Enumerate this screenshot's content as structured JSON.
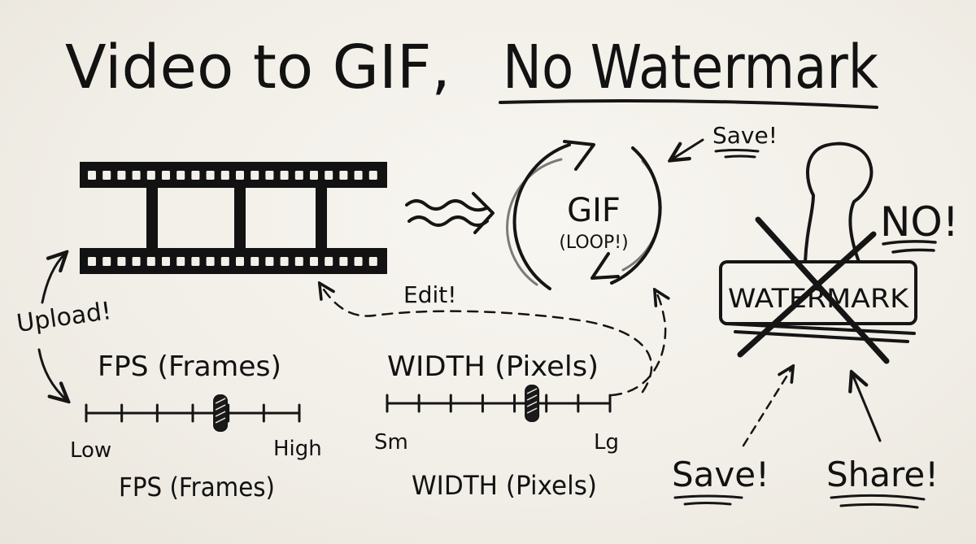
{
  "title": {
    "part1": "Video to GIF,",
    "part2": "No Watermark"
  },
  "labels": {
    "save_top": "Save!",
    "gif": "GIF",
    "loop": "(LOOP!)",
    "no": "NO!",
    "watermark": "WATERMARK",
    "upload": "Upload!",
    "edit": "Edit!",
    "fps_top": "FPS (Frames)",
    "fps_bottom": "FPS (Frames)",
    "fps_low": "Low",
    "fps_high": "High",
    "width_top": "WIDTH (Pixels)",
    "width_bottom": "WIDTH (Pixels)",
    "width_min": "Sm",
    "width_max": "Lg",
    "save_bottom": "Save!",
    "share": "Share!"
  },
  "sliders": {
    "fps": {
      "ticks": 7,
      "level": 0.63
    },
    "width": {
      "ticks": 8,
      "level": 0.65
    }
  },
  "colors": {
    "ink": "#151515",
    "board": "#f3f0ea"
  },
  "icons": [
    "film-strip-icon",
    "loop-arrows-icon",
    "rubber-stamp-icon",
    "cross-out-icon"
  ]
}
